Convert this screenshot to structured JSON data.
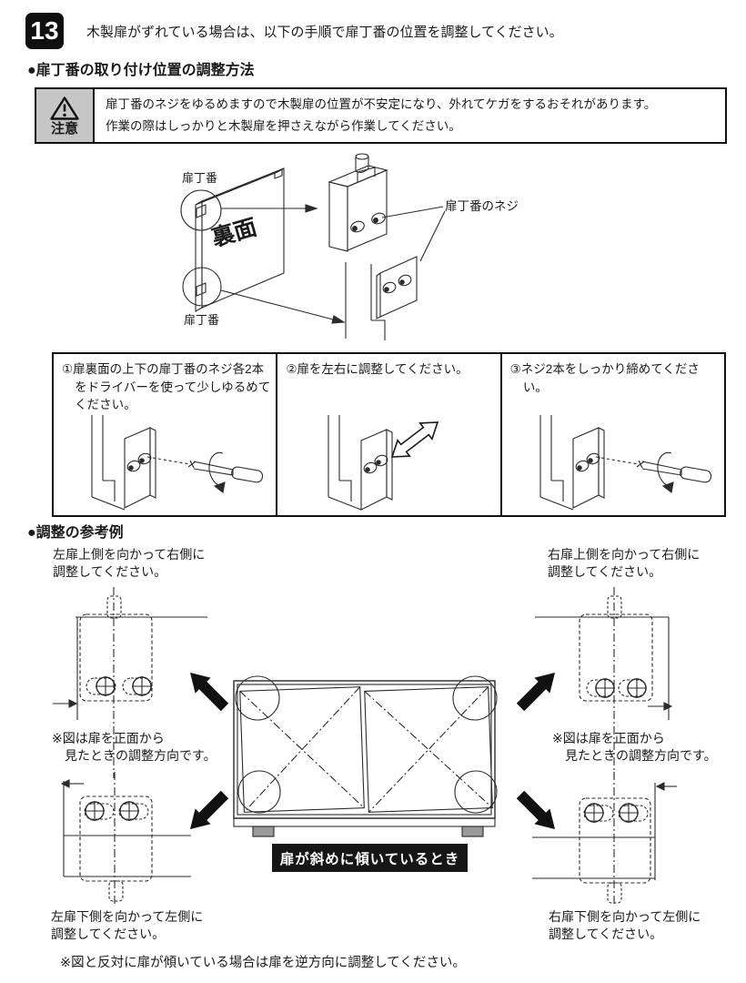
{
  "header": {
    "step_number": "13",
    "instruction": "木製扉がずれている場合は、以下の手順で扉丁番の位置を調整してください。"
  },
  "sections": {
    "adjust_method_title": "●扉丁番の取り付け位置の調整方法",
    "reference_title": "●調整の参考例"
  },
  "caution": {
    "label": "注意",
    "icon": "warning-triangle",
    "text": "扉丁番のネジをゆるめますので木製扉の位置が不安定になり、外れてケガをするおそれがあります。\n作業の際はしっかりと木製扉を押さえながら作業してください。"
  },
  "hinge_diagram": {
    "hinge_label_top": "扉丁番",
    "hinge_label_bottom": "扉丁番",
    "back_label": "裏面",
    "screw_label": "扉丁番のネジ"
  },
  "steps": [
    "①扉裏面の上下の扉丁番のネジ各2本をドライバーを使って少しゆるめてください。",
    "②扉を左右に調整してください。",
    "③ネジ2本をしっかり締めてください。"
  ],
  "reference": {
    "top_left": "左扉上側を向かって右側に\n調整してください。",
    "top_right": "右扉上側を向かって右側に\n調整してください。",
    "bottom_left": "左扉下側を向かって左側に\n調整してください。",
    "bottom_right": "右扉下側を向かって左側に\n調整してください。",
    "front_note_left": "※図は扉を正面から\n　見たときの調整方向です。",
    "front_note_right": "※図は扉を正面から\n　見たときの調整方向です。",
    "badge": "扉が斜めに傾いているとき",
    "reverse_note": "※図と反対に扉が傾いている場合は扉を逆方向に調整してください。"
  },
  "colors": {
    "caution_bg": "#c6c6c6",
    "badge_bg": "#161616",
    "line": "#2b2b2b"
  }
}
